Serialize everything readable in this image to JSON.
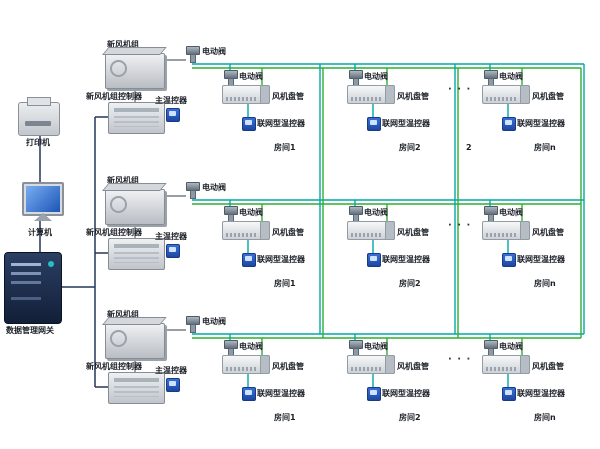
{
  "colors": {
    "bus_teal": "#00a8a8",
    "bus_green": "#2faf2f",
    "trunk_navy": "#24365a",
    "thermostat_blue": "#2b5fc7"
  },
  "left_devices": {
    "printer_label": "打印机",
    "computer_label": "计算机",
    "gateway_label": "数据管理网关"
  },
  "rows": [
    {
      "ahu_label": "新风机组",
      "ahu_valve_label": "电动阀",
      "controller_label": "新风机组控制器",
      "main_thermostat_label": "主温控器",
      "ellipsis": "· · ·",
      "extra_label": "2",
      "rooms": [
        {
          "valve_label": "电动阀",
          "fcu_label": "风机盘管",
          "thermostat_label": "联网型温控器",
          "room_label": "房间1"
        },
        {
          "valve_label": "电动阀",
          "fcu_label": "风机盘管",
          "thermostat_label": "联网型温控器",
          "room_label": "房间2"
        },
        {
          "valve_label": "电动阀",
          "fcu_label": "风机盘管",
          "thermostat_label": "联网型温控器",
          "room_label": "房间n"
        }
      ]
    },
    {
      "ahu_label": "新风机组",
      "ahu_valve_label": "电动阀",
      "controller_label": "新风机组控制器",
      "main_thermostat_label": "主温控器",
      "ellipsis": "· · ·",
      "rooms": [
        {
          "valve_label": "电动阀",
          "fcu_label": "风机盘管",
          "thermostat_label": "联网型温控器",
          "room_label": "房间1"
        },
        {
          "valve_label": "电动阀",
          "fcu_label": "风机盘管",
          "thermostat_label": "联网型温控器",
          "room_label": "房间2"
        },
        {
          "valve_label": "电动阀",
          "fcu_label": "风机盘管",
          "thermostat_label": "联网型温控器",
          "room_label": "房间n"
        }
      ]
    },
    {
      "ahu_label": "新风机组",
      "ahu_valve_label": "电动阀",
      "controller_label": "新风机组控制器",
      "main_thermostat_label": "主温控器",
      "ellipsis": "· · ·",
      "rooms": [
        {
          "valve_label": "电动阀",
          "fcu_label": "风机盘管",
          "thermostat_label": "联网型温控器",
          "room_label": "房间1"
        },
        {
          "valve_label": "电动阀",
          "fcu_label": "风机盘管",
          "thermostat_label": "联网型温控器",
          "room_label": "房间2"
        },
        {
          "valve_label": "电动阀",
          "fcu_label": "风机盘管",
          "thermostat_label": "联网型温控器",
          "room_label": "房间n"
        }
      ]
    }
  ]
}
